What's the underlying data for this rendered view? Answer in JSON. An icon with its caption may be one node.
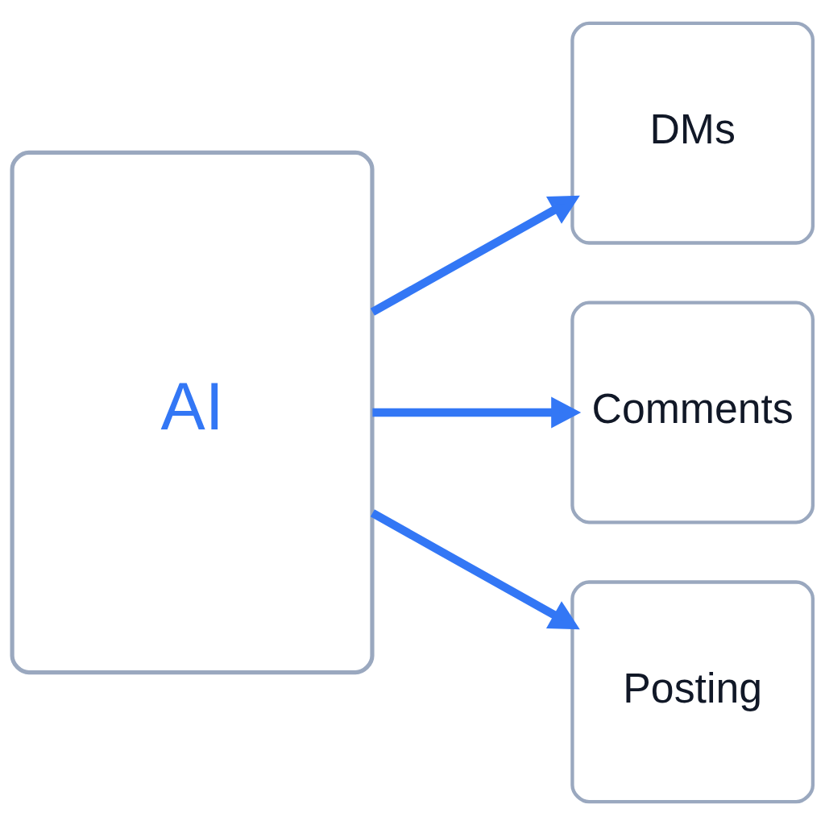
{
  "diagram": {
    "nodes": [
      {
        "text": [
          "AI"
        ]
      },
      {
        "text": [
          "DMs"
        ]
      },
      {
        "text": [
          "Comments"
        ]
      },
      {
        "text": [
          "Posting"
        ]
      }
    ],
    "edges": [
      {
        "from": 0,
        "to": 1,
        "arrow": "to"
      },
      {
        "from": 0,
        "to": 2,
        "arrow": "to"
      },
      {
        "from": 0,
        "to": 3,
        "arrow": "to"
      }
    ]
  }
}
